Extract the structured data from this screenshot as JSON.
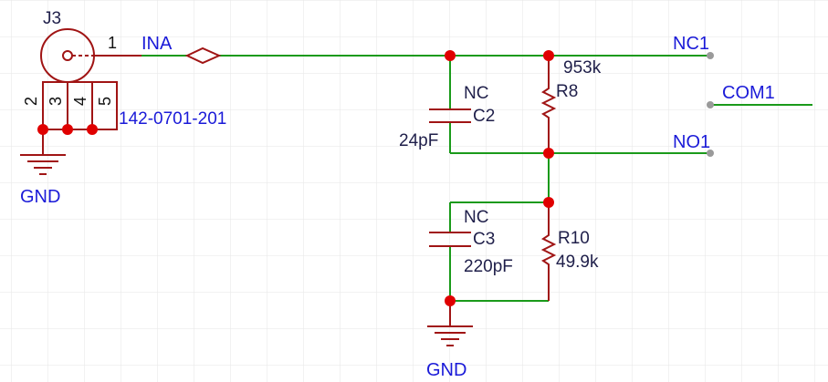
{
  "colors": {
    "wire": "#1a9a1a",
    "component": "#a01414",
    "junction": "#e00000",
    "net_label": "#1a1ad8",
    "ref_text": "#1f1f4a",
    "grid": "#e6e6e6"
  },
  "connector": {
    "ref": "J3",
    "part_number": "142-0701-201",
    "pin1": "1",
    "pins": [
      "2",
      "3",
      "4",
      "5"
    ]
  },
  "nets": {
    "ina": "INA",
    "nc1": "NC1",
    "com1": "COM1",
    "no1": "NO1",
    "gnd_left": "GND",
    "gnd_bottom": "GND"
  },
  "components": {
    "c2": {
      "ref": "C2",
      "value": "24pF",
      "note": "NC"
    },
    "r8": {
      "ref": "R8",
      "value": "953k"
    },
    "c3": {
      "ref": "C3",
      "value": "220pF",
      "note": "NC"
    },
    "r10": {
      "ref": "R10",
      "value": "49.9k"
    }
  }
}
